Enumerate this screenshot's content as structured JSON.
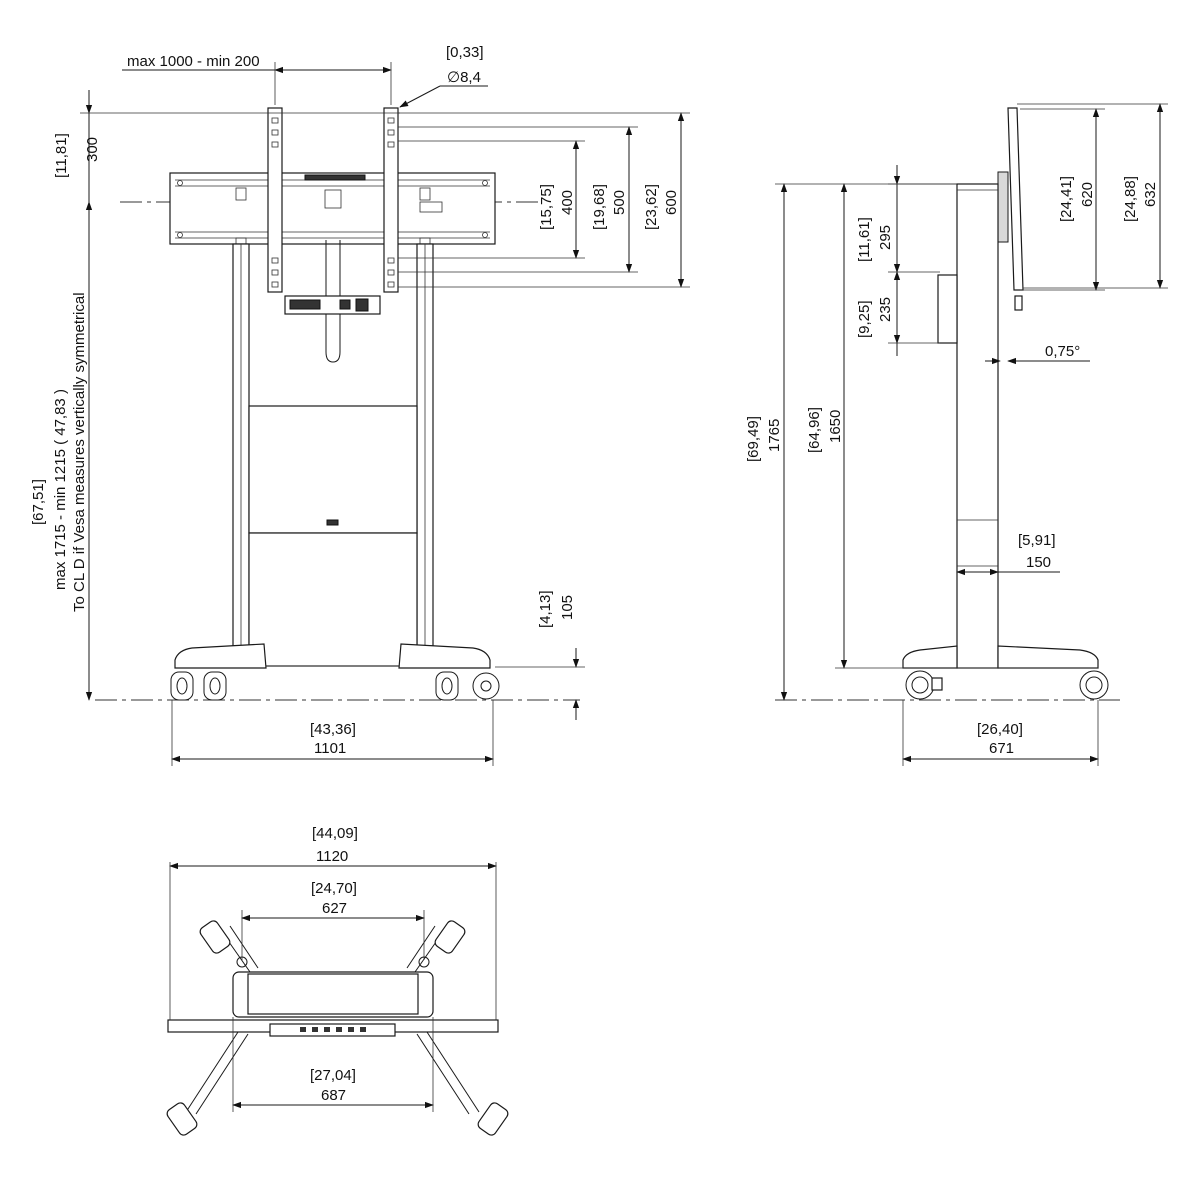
{
  "front_view": {
    "mount_width": "max 1000 - min 200",
    "hole_imperial": "[0,33]",
    "hole_metric": "∅8,4",
    "top_offset_imperial": "[11,81]",
    "top_offset_metric": "300",
    "vesa_400_imperial": "[15,75]",
    "vesa_400_metric": "400",
    "vesa_500_imperial": "[19,68]",
    "vesa_500_metric": "500",
    "vesa_600_imperial": "[23,62]",
    "vesa_600_metric": "600",
    "height_imperial": "[67,51]",
    "height_metric": "max 1715 - min 1215 ( 47,83 )",
    "height_note": "To CL D if Vesa measures vertically symmetrical",
    "shelf_imperial": "[4,13]",
    "shelf_metric": "105",
    "width_imperial": "[43,36]",
    "width_metric": "1101"
  },
  "side_view": {
    "display_620_imperial": "[24,41]",
    "display_620_metric": "620",
    "display_632_imperial": "[24,88]",
    "display_632_metric": "632",
    "offset_295_imperial": "[11,61]",
    "offset_295_metric": "295",
    "tray_235_imperial": "[9,25]",
    "tray_235_metric": "235",
    "tilt_angle": "0,75°",
    "total_height_imperial": "[69,49]",
    "total_height_metric": "1765",
    "column_height_imperial": "[64,96]",
    "column_height_metric": "1650",
    "depth_150_imperial": "[5,91]",
    "depth_150_metric": "150",
    "base_depth_imperial": "[26,40]",
    "base_depth_metric": "671"
  },
  "top_view": {
    "overall_width_imperial": "[44,09]",
    "overall_width_metric": "1120",
    "inner_width_imperial": "[24,70]",
    "inner_width_metric": "627",
    "base_width_imperial": "[27,04]",
    "base_width_metric": "687"
  }
}
